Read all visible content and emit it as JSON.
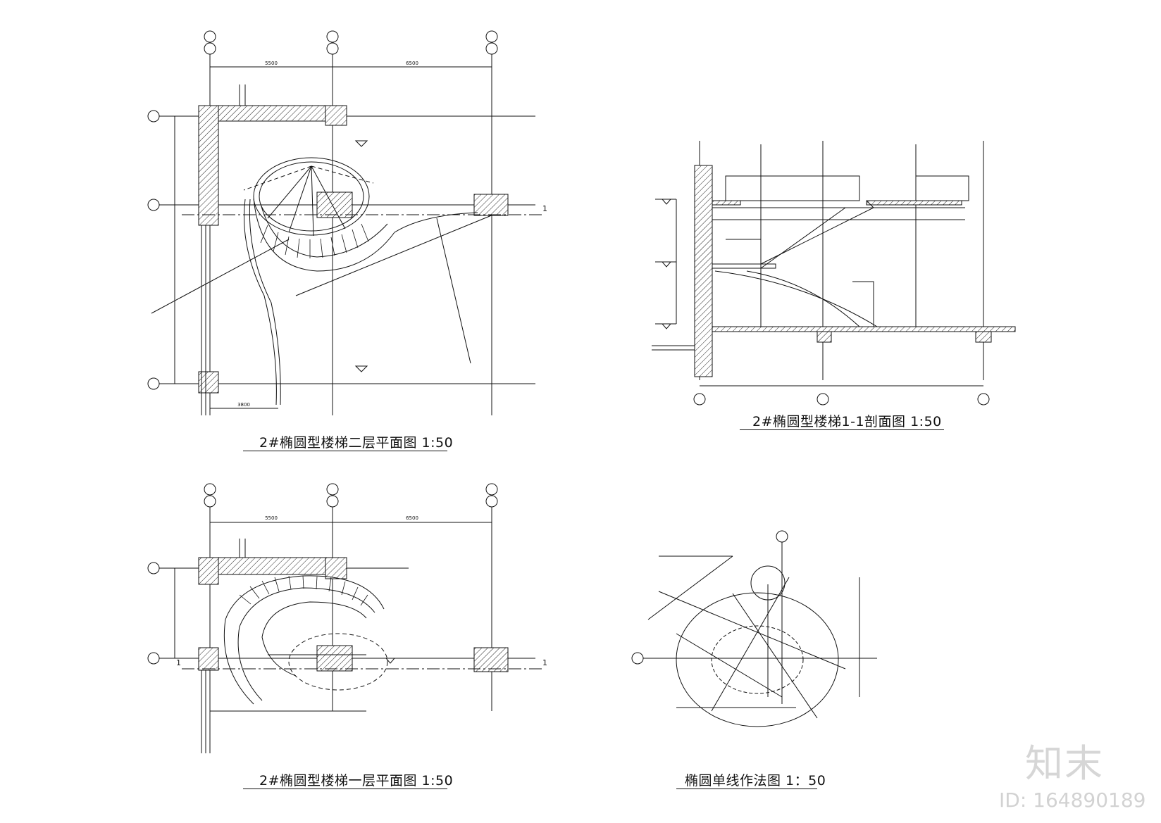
{
  "drawing_titles": {
    "plan_second_floor": "2#椭圆型楼梯二层平面图 1:50",
    "section_1_1": "2#椭圆型楼梯1-1剖面图 1:50",
    "plan_first_floor": "2#椭圆型楼梯一层平面图 1:50",
    "ellipse_method": "椭圆单线作法图 1：50"
  },
  "watermark": {
    "logo": "知末",
    "id": "ID: 164890189"
  },
  "grid_dimensions": {
    "span_left": "5500",
    "span_right": "6500",
    "upper_plan_bottom": "3800"
  },
  "section_marks": {
    "cut_label": "1"
  },
  "icons": {
    "axis_bubble": "grid-axis-bubble",
    "level_marker": "elevation-triangle-icon"
  }
}
